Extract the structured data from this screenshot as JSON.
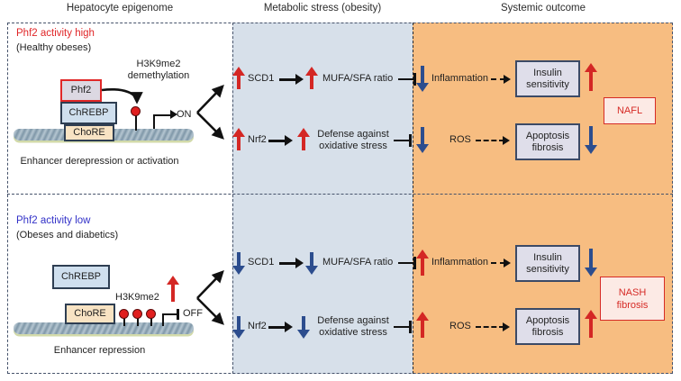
{
  "headers": {
    "epigenome": "Hepatocyte epigenome",
    "metabolic": "Metabolic stress (obesity)",
    "systemic": "Systemic outcome"
  },
  "colors": {
    "blue_panel": "#d7e0ea",
    "orange_panel": "#f7bd81",
    "up_red": "#d42724",
    "down_blue": "#2c4d8e",
    "state_high_red": "#e02628",
    "state_low_blue": "#3231c8",
    "disease_red": "#d62b26"
  },
  "top": {
    "state": "Phf2 activity high",
    "cohort": "(Healthy obeses)",
    "h3k9me2": "H3K9me2",
    "h3k9me2_action": "demethylation",
    "phf2": "Phf2",
    "chrebp": "ChREBP",
    "chore": "ChoRE",
    "promoter_state": "ON",
    "caption": "Enhancer derepression or activation",
    "scd1": "SCD1",
    "mufa": "MUFA/SFA ratio",
    "nrf2": "Nrf2",
    "defense1": "Defense against",
    "defense2": "oxidative stress",
    "inflammation": "Inflammation",
    "ros": "ROS",
    "insulin1": "Insulin",
    "insulin2": "sensitivity",
    "apoptosis1": "Apoptosis",
    "apoptosis2": "fibrosis",
    "disease": "NAFL"
  },
  "bottom": {
    "state": "Phf2 activity low",
    "cohort": "(Obeses and diabetics)",
    "h3k9me2": "H3K9me2",
    "chrebp": "ChREBP",
    "chore": "ChoRE",
    "promoter_state": "OFF",
    "caption": "Enhancer repression",
    "scd1": "SCD1",
    "mufa": "MUFA/SFA ratio",
    "nrf2": "Nrf2",
    "defense1": "Defense against",
    "defense2": "oxidative stress",
    "inflammation": "Inflammation",
    "ros": "ROS",
    "insulin1": "Insulin",
    "insulin2": "sensitivity",
    "apoptosis1": "Apoptosis",
    "apoptosis2": "fibrosis",
    "disease1": "NASH",
    "disease2": "fibrosis"
  }
}
